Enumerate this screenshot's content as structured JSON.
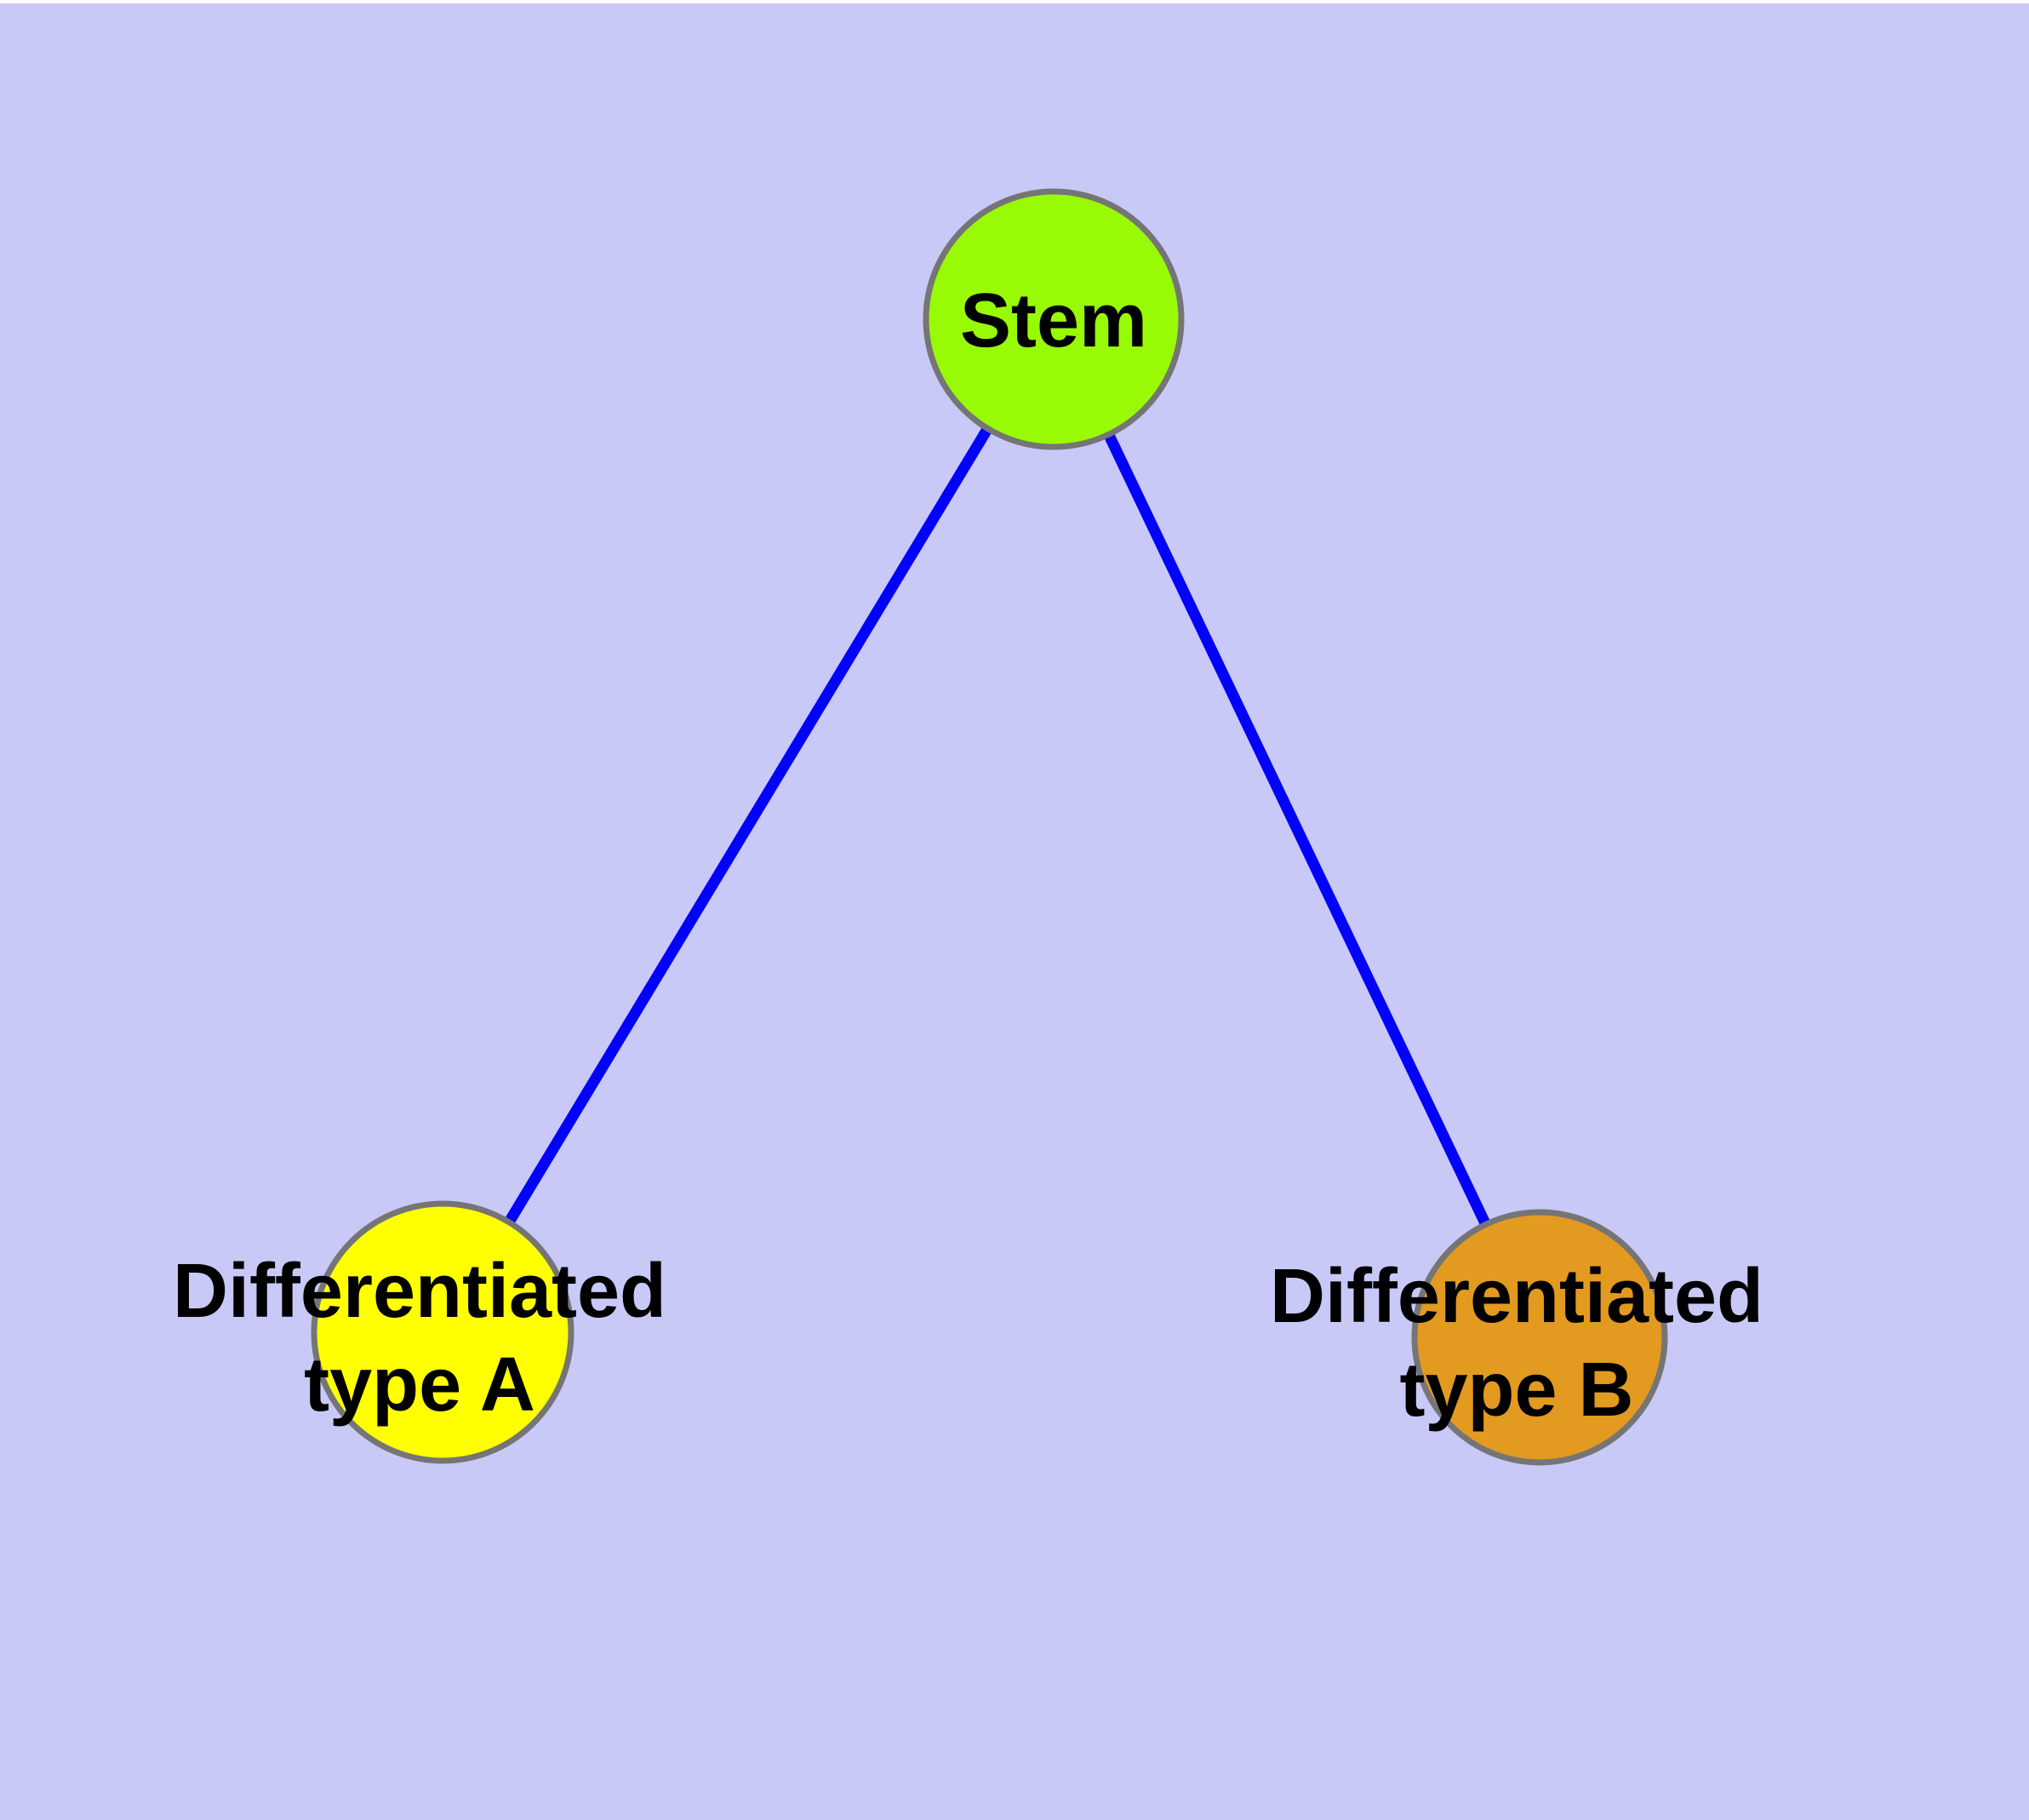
{
  "figure": {
    "background_color": "#c9c9f8",
    "top_margin_color": "#ffffff"
  },
  "diagram": {
    "type": "graph",
    "description": "Stem cell differentiation tree: one stem node with two differentiated child nodes",
    "edge_color": "#0202fa",
    "node_border_color": "#757575",
    "label_color": "#000000",
    "nodes": [
      {
        "id": "stem",
        "label": "Stem",
        "fill": "#99fa05"
      },
      {
        "id": "differentiated-type-a",
        "label_line1": "Differentiated",
        "label_line2": "type A",
        "fill": "#ffff00"
      },
      {
        "id": "differentiated-type-b",
        "label_line1": "Differentiated",
        "label_line2": "type B",
        "fill": "#e29a20"
      }
    ],
    "edges": [
      {
        "from": "Stem",
        "to": "Differentiated type A"
      },
      {
        "from": "Stem",
        "to": "Differentiated type B"
      }
    ]
  }
}
